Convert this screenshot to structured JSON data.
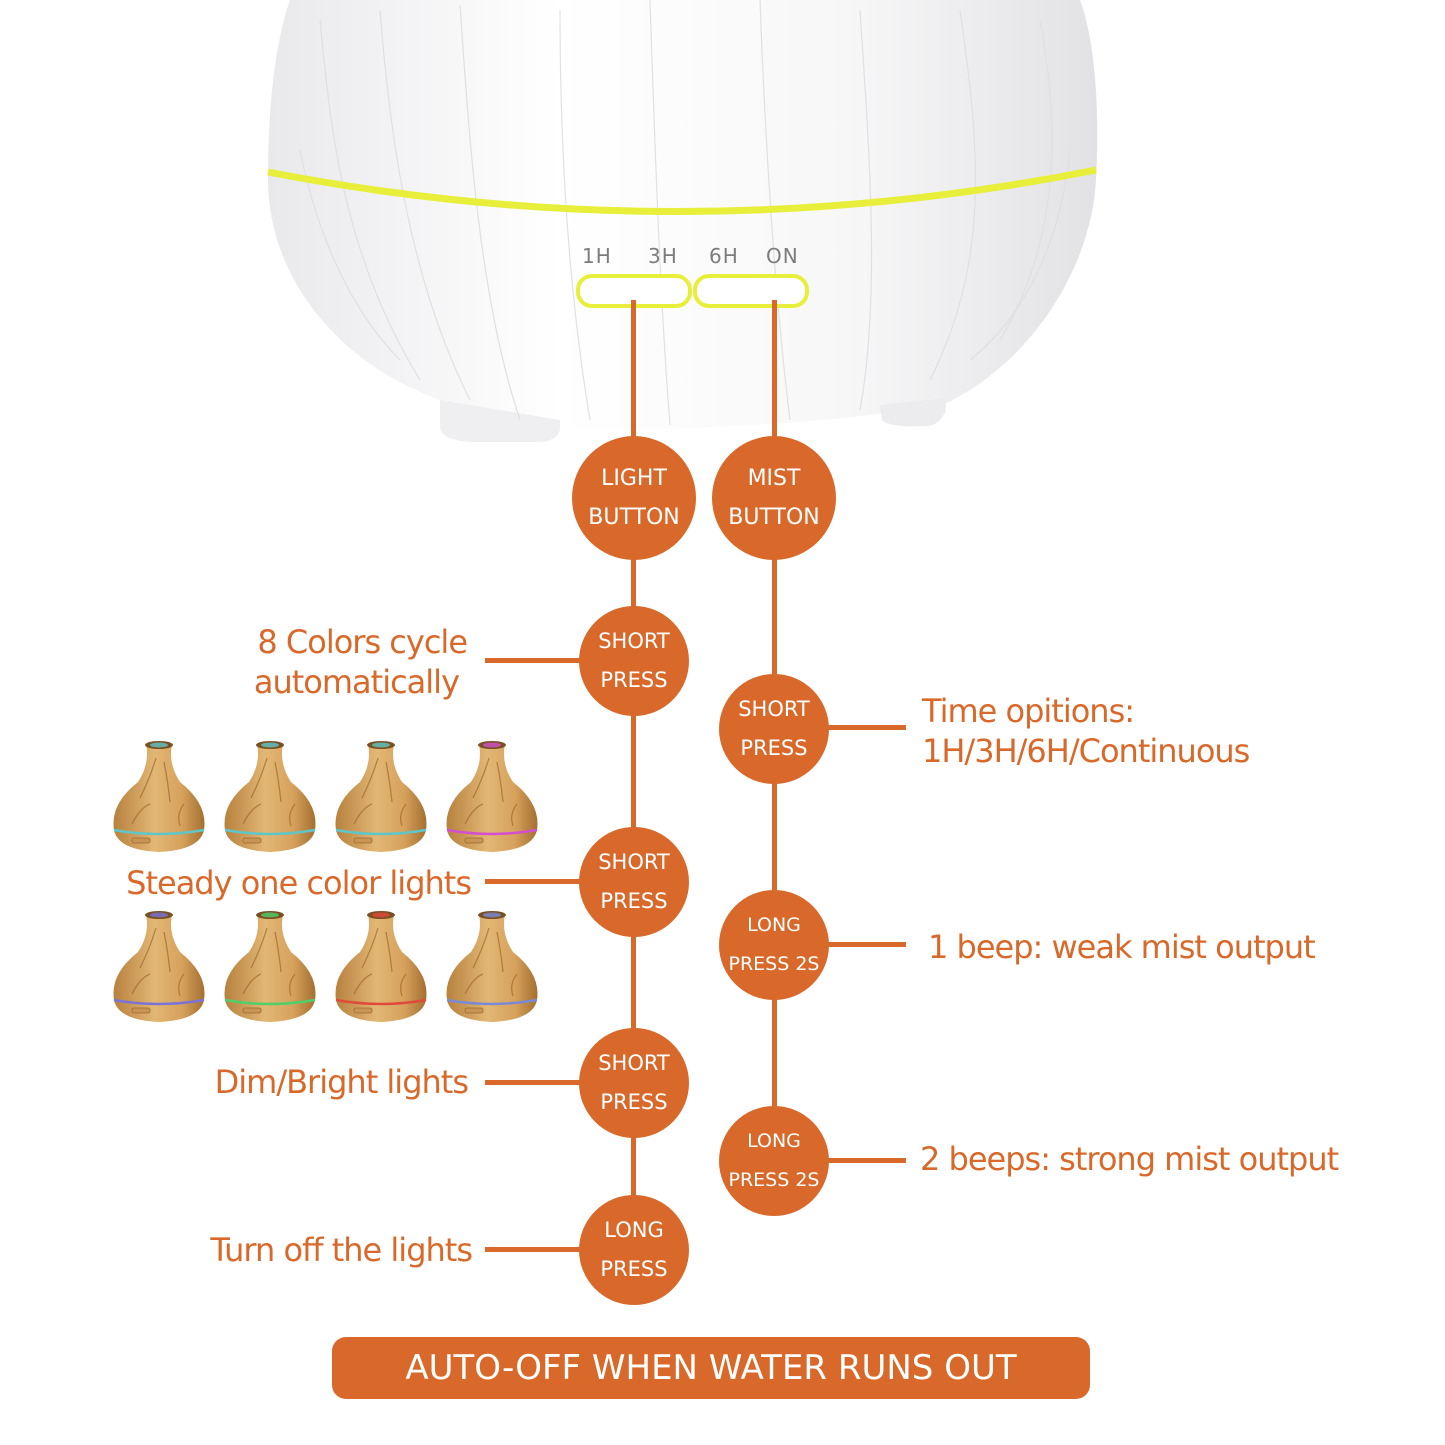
{
  "device": {
    "timer_labels": [
      "1H",
      "3H",
      "6H",
      "ON"
    ],
    "ring_color": "#e8ef3a"
  },
  "buttons": {
    "light": {
      "line1": "LIGHT",
      "line2": "BUTTON"
    },
    "mist": {
      "line1": "MIST",
      "line2": "BUTTON"
    }
  },
  "light_steps": [
    {
      "line1": "SHORT",
      "line2": "PRESS",
      "desc_line1": "8 Colors cycle",
      "desc_line2": "automatically"
    },
    {
      "line1": "SHORT",
      "line2": "PRESS",
      "desc_line1": "Steady one color lights"
    },
    {
      "line1": "SHORT",
      "line2": "PRESS",
      "desc_line1": "Dim/Bright lights"
    },
    {
      "line1": "LONG",
      "line2": "PRESS",
      "desc_line1": "Turn off the lights"
    }
  ],
  "mist_steps": [
    {
      "line1": "SHORT",
      "line2": "PRESS",
      "desc_line1": "Time opitions:",
      "desc_line2": "1H/3H/6H/Continuous"
    },
    {
      "line1": "LONG",
      "line2": "PRESS 2S",
      "desc_line1": "1 beep: weak mist output"
    },
    {
      "line1": "LONG",
      "line2": "PRESS 2S",
      "desc_line1": "2 beeps: strong mist output"
    }
  ],
  "vase_light_colors": [
    "#5fc6c8",
    "#5fc6c8",
    "#5fc6c8",
    "#d44fcf",
    "#7b73d6",
    "#4fcf6a",
    "#e04a3a",
    "#7b8ad6"
  ],
  "banner": "AUTO-OFF WHEN WATER RUNS OUT",
  "accent_color": "#d9692a"
}
